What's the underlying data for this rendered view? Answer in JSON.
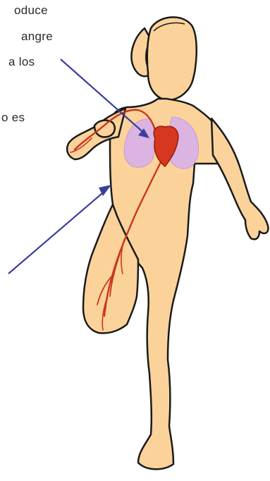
{
  "text_lines": [
    "oduce",
    "angre",
    "a  los",
    "o   es"
  ],
  "colors": {
    "skin": "#fbd39a",
    "outline": "#1a1a1a",
    "lungs": "#dcb4e2",
    "heart": "#d8371f",
    "artery": "#c9361f",
    "arrow": "#3a3f9c"
  }
}
